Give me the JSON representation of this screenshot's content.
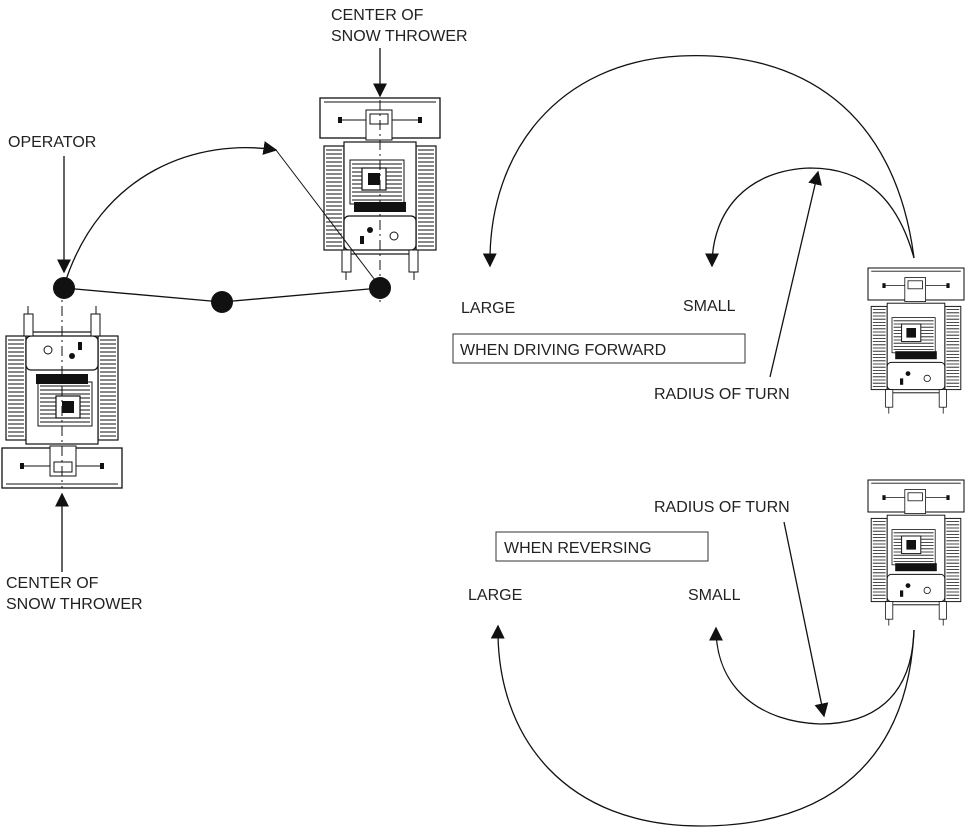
{
  "labels": {
    "center_top_line1": "CENTER OF",
    "center_top_line2": "SNOW THROWER",
    "operator": "OPERATOR",
    "center_bottom_line1": "CENTER OF",
    "center_bottom_line2": "SNOW THROWER",
    "forward_large": "LARGE",
    "forward_small": "SMALL",
    "forward_box": "WHEN DRIVING FORWARD",
    "forward_radius": "RADIUS OF TURN",
    "reverse_radius": "RADIUS OF TURN",
    "reverse_box": "WHEN REVERSING",
    "reverse_large": "LARGE",
    "reverse_small": "SMALL"
  },
  "colors": {
    "ink": "#111111",
    "text": "#222222",
    "background": "#ffffff"
  }
}
